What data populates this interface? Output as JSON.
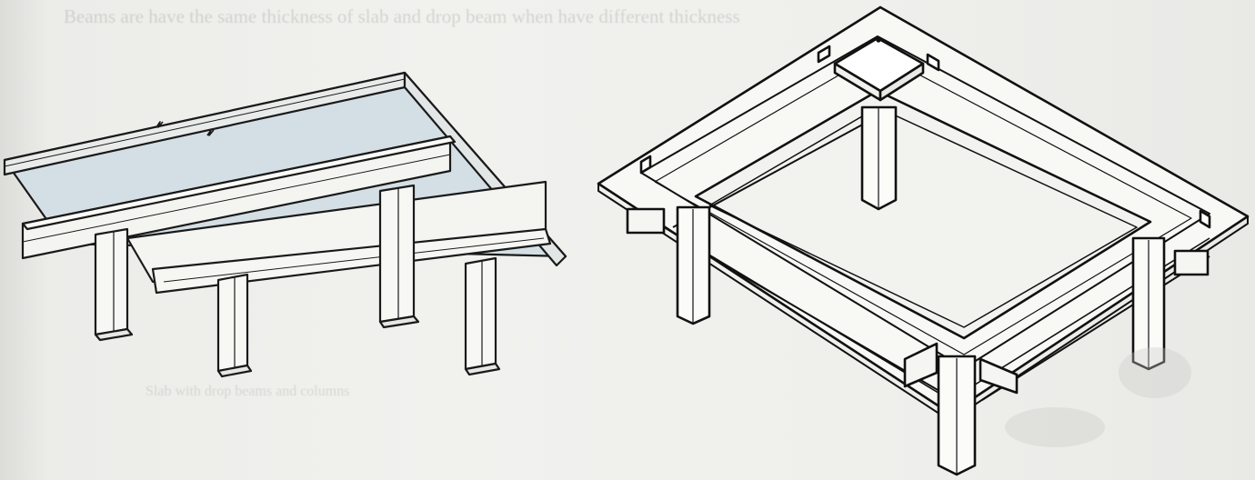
{
  "bleed_through": {
    "top_line": "Beams are have the same thickness of slab and drop beam when have different thickness",
    "caption": "Slab with drop beams and columns"
  },
  "figures": {
    "left": "slab-with-drop-beams-on-columns",
    "right": "beam-and-column-frame-isometric"
  },
  "colors": {
    "paper": "#efefec",
    "ink": "#1a1a1a",
    "slab_fill": "#d2dde3",
    "beam_fill": "#f6f6f3"
  }
}
